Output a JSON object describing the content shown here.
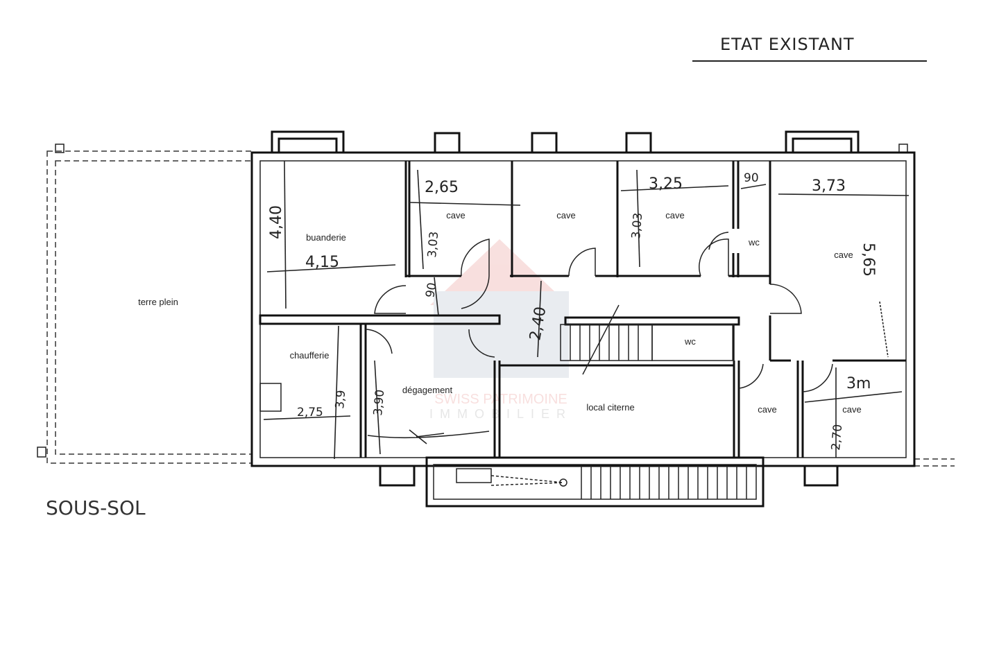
{
  "header": {
    "title": "ETAT EXISTANT"
  },
  "plan_label": "SOUS-SOL",
  "watermark": {
    "line1": "SWISS PATRIMOINE",
    "line2": "IMMOBILIER",
    "color": "#d9534f"
  },
  "rooms": {
    "terre_plein": "terre plein",
    "buanderie": "buanderie",
    "cave1": "cave",
    "cave2": "cave",
    "cave3": "cave",
    "wc1": "wc",
    "cave4": "cave",
    "chaufferie": "chaufferie",
    "degagement": "dégagement",
    "wc2": "wc",
    "local_citerne": "local citerne",
    "cave5": "cave",
    "cave6": "cave"
  },
  "dimensions": {
    "buanderie_height": "4,40",
    "buanderie_width": "4,15",
    "cave1_width": "2,65",
    "cave1_height": "3,03",
    "corridor_90": "90",
    "corridor_240": "2,40",
    "cave3_width": "3,25",
    "cave3_height": "3,03",
    "wc_width": "90",
    "cave4_width": "3,73",
    "cave4_height": "5,65",
    "chaufferie_width": "2,75",
    "chaufferie_height": "3,9",
    "degagement_height": "3,90",
    "cave6_width": "3m",
    "cave6_height": "2,70"
  }
}
